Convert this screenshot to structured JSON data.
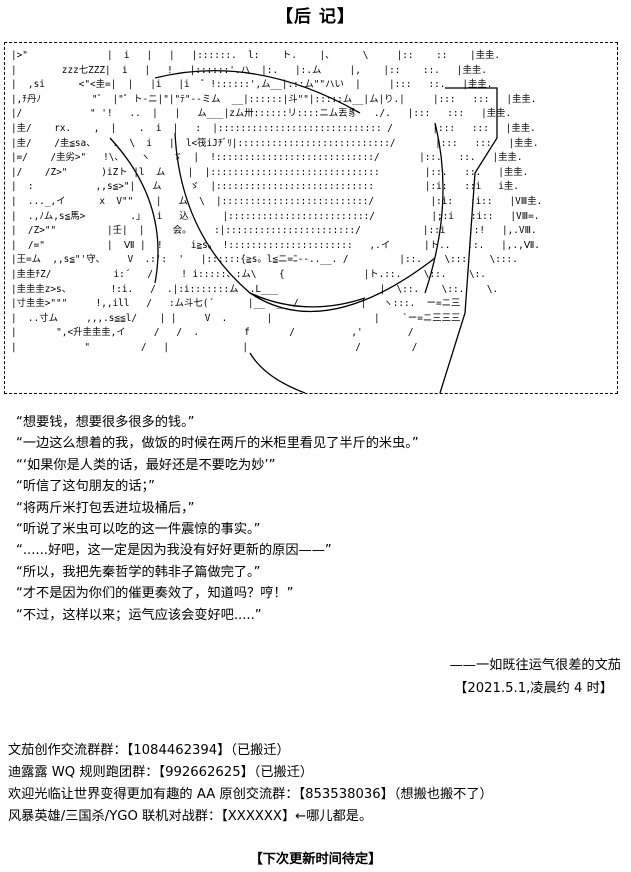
{
  "page_title": "【后 记】",
  "ascii_art": [
    "|>\"              |  i   |   |   |::::::.  l:    ト.    |、     \\     |::    ::    |圭圭.",
    "|        zzz七ZZZ|  i   |   !   |::::::'.ハ  |:.   |:.ム     |,    |::    ::.   |圭圭.",
    "|  ,si      <\"<圭=|  |   |i   |i  ゜!::::::',ム__|:::ム\"\"ハい  |     |:::   ::.   |圭圭.",
    "|,ﾁ丹ﾉ         \"゜ |\"゜ト-ニ|\"|\"ﾃ\"--ミム  __|::::::|斗\"\"|:::::ム__|ム|り.|     |:::   :::   |圭圭.",
    "|/            \" '!   ..  |   |   ム___|zム卅::::::リ::::ニム丟豸   ./.   |:::   :::   |圭圭.",
    "|圭/    rx.    ,  |    .  i  |   :  |::::::::::::::::::::::::::::: /       |:::   :::   |圭圭.",
    "|圭/    /圭≦sa、   .  \\  i   |  l<筏iJﾁﾞﾘ|:::::::::::::::::::::::::::/       |:::   :::   |圭圭.",
    "|=/    /圭劣>\"   !\\、   ヽ    ゞ  |  !::::::::::::::::::::::::::::/       |::.   ::.   |圭圭.",
    "|/    /Z>\"      )iZト |l  ム    |  |::::::::::::::::::::::::::::::        |::.   ::.   |圭圭.",
    "|  :           ,,s≦>\"|   ム     ゞ  |::::::::::::::::::::::::::::         |:i:   ::i   i圭.",
    "|  ..._,イ      x  V\"\"    |   ム  \\  |::::::::::::::::::::::::::/          |:i:   :i::   |VⅢ圭.",
    "|  .,ﾉム,s≦馬>        .」  i   込      |:::::::::::::::::::::::::/          |;:i   :i::   |VⅢ=.",
    "|  /Z>\"\"         |壬|  |     会。    :|:::::::::::::::::::::::/           |::i    ::!   |,.VⅢ.",
    "|  /=\"           |  Ⅶ |  !     i≧s。 !::::::::::::::::::::::   ,.イ      |ト..   ::.   |,.,Ⅶ.",
    "|王=ム  ,,s≦\"'守、    V  .:':  '   |::::::{≧s。l≦ニ=ﾆ‐-..__. /         |::.    \\:::    \\:::.",
    "|圭圭ﾁZ/           i:´   /     ! i:::::、:ム\\    {              |ト.::.    \\::.    \\:.",
    "|圭圭圭z>s、       !:i.   /  .|:i:::::::ム  .L___                  |  \\::.    \\::.    \\.",
    "|寸圭圭>\"\"\"     !,,ill   /   :ム斗七(´      |__  __./           |   ヽ:::.  ー=ニ三",
    "|  ..寸ム     ,,,.s≦≦l/    | |     V  .       |                  |    `ー=ニ三三三",
    "|       \",<升圭圭圭,イ     /   /  .        f       /          ,'        /",
    "|            \"         /   |             |                   /         /"
  ],
  "quotes": [
    "“想要钱，想要很多很多的钱。”",
    "“一边这么想着的我，做饭的时候在两斤的米柜里看见了半斤的米虫。”",
    "“‘如果你是人类的话，最好还是不要吃为妙’”",
    "“听信了这句朋友的话；”",
    "“将两斤米打包丢进垃圾桶后，”",
    "“听说了米虫可以吃的这一件震惊的事实。”",
    "“......好吧，这一定是因为我没有好好更新的原因——”",
    "“所以，我把先秦哲学的韩非子篇做完了。”",
    "“才不是因为你们的催更奏效了，知道吗？哼！”",
    "“不过，这样以来；运气应该会变好吧.....”"
  ],
  "signature": {
    "author": "——一如既往运气很差的文茄",
    "date": "【2021.5.1,凌晨约 4 时】"
  },
  "groups": [
    "文茄创作交流群群：【1084462394】（已搬迁）",
    "迪露露 WQ 规则跑团群：【992662625】（已搬迁）",
    "欢迎光临让世界变得更加有趣的 AA 原创交流群：【853538036】（想搬也搬不了）",
    "风暴英雄/三国杀/YGO 联机对战群：【XXXXXX】←哪儿都是。"
  ],
  "footer": "【下次更新时间待定】"
}
